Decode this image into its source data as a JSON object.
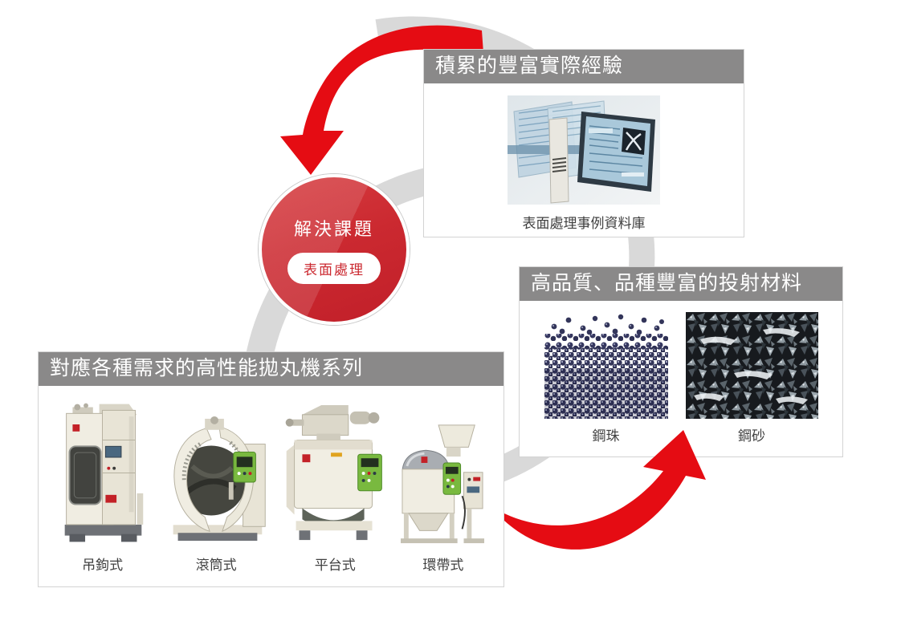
{
  "hub": {
    "title": "解決課題",
    "pill_label": "表面處理"
  },
  "panels": {
    "experience": {
      "header": "積累的豐富實際經驗",
      "caption": "表面處理事例資料庫"
    },
    "materials": {
      "header": "高品質、品種豐富的投射材料",
      "items": [
        {
          "label": "鋼珠"
        },
        {
          "label": "鋼砂"
        }
      ]
    },
    "machines": {
      "header": "對應各種需求的高性能拋丸機系列",
      "items": [
        {
          "label": "吊鉤式"
        },
        {
          "label": "滾筒式"
        },
        {
          "label": "平台式"
        },
        {
          "label": "環帶式"
        }
      ]
    }
  },
  "colors": {
    "accent_red": "#e50c13",
    "hub_red": "#cb2930",
    "header_gray": "#8a8989",
    "ring_gray": "#d9d9d9"
  }
}
